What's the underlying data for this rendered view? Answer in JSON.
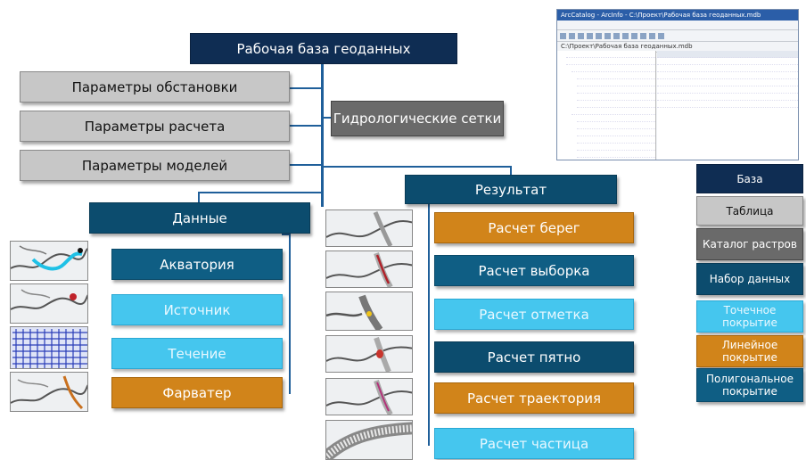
{
  "root": {
    "label": "Рабочая база геоданных"
  },
  "params": [
    {
      "label": "Параметры обстановки"
    },
    {
      "label": "Параметры расчета"
    },
    {
      "label": "Параметры моделей"
    }
  ],
  "hydro": {
    "label": "Гидрологические сетки"
  },
  "data_node": {
    "label": "Данные"
  },
  "data_items": [
    {
      "label": "Акватория",
      "type": "Набор данных"
    },
    {
      "label": "Источник",
      "type": "Точечное покрытие"
    },
    {
      "label": "Течение",
      "type": "Точечное покрытие"
    },
    {
      "label": "Фарватер",
      "type": "Линейное покрытие"
    }
  ],
  "result_node": {
    "label": "Результат"
  },
  "result_items": [
    {
      "label": "Расчет берег",
      "type": "Линейное покрытие"
    },
    {
      "label": "Расчет выборка",
      "type": "Набор данных"
    },
    {
      "label": "Расчет отметка",
      "type": "Точечное покрытие"
    },
    {
      "label": "Расчет пятно",
      "type": "Набор данных"
    },
    {
      "label": "Расчет траектория",
      "type": "Линейное покрытие"
    },
    {
      "label": "Расчет частица",
      "type": "Точечное покрытие"
    }
  ],
  "legend": [
    {
      "label": "База",
      "color": "#0f2d53"
    },
    {
      "label": "Таблица",
      "color": "#c7c7c7"
    },
    {
      "label": "Каталог растров",
      "color": "#6a6a6a"
    },
    {
      "label": "Набор данных",
      "color": "#0f5e84"
    },
    {
      "label": "Точечное покрытие",
      "color": "#45c6ee"
    },
    {
      "label": "Линейное покрытие",
      "color": "#d1841a"
    },
    {
      "label": "Полигональное покрытие",
      "color": "#0f5e84"
    }
  ],
  "screenshot": {
    "title": "ArcCatalog - ArcInfo - C:\\Проект\\Рабочая база геоданных.mdb",
    "path": "C:\\Проект\\Рабочая база геоданных.mdb"
  }
}
